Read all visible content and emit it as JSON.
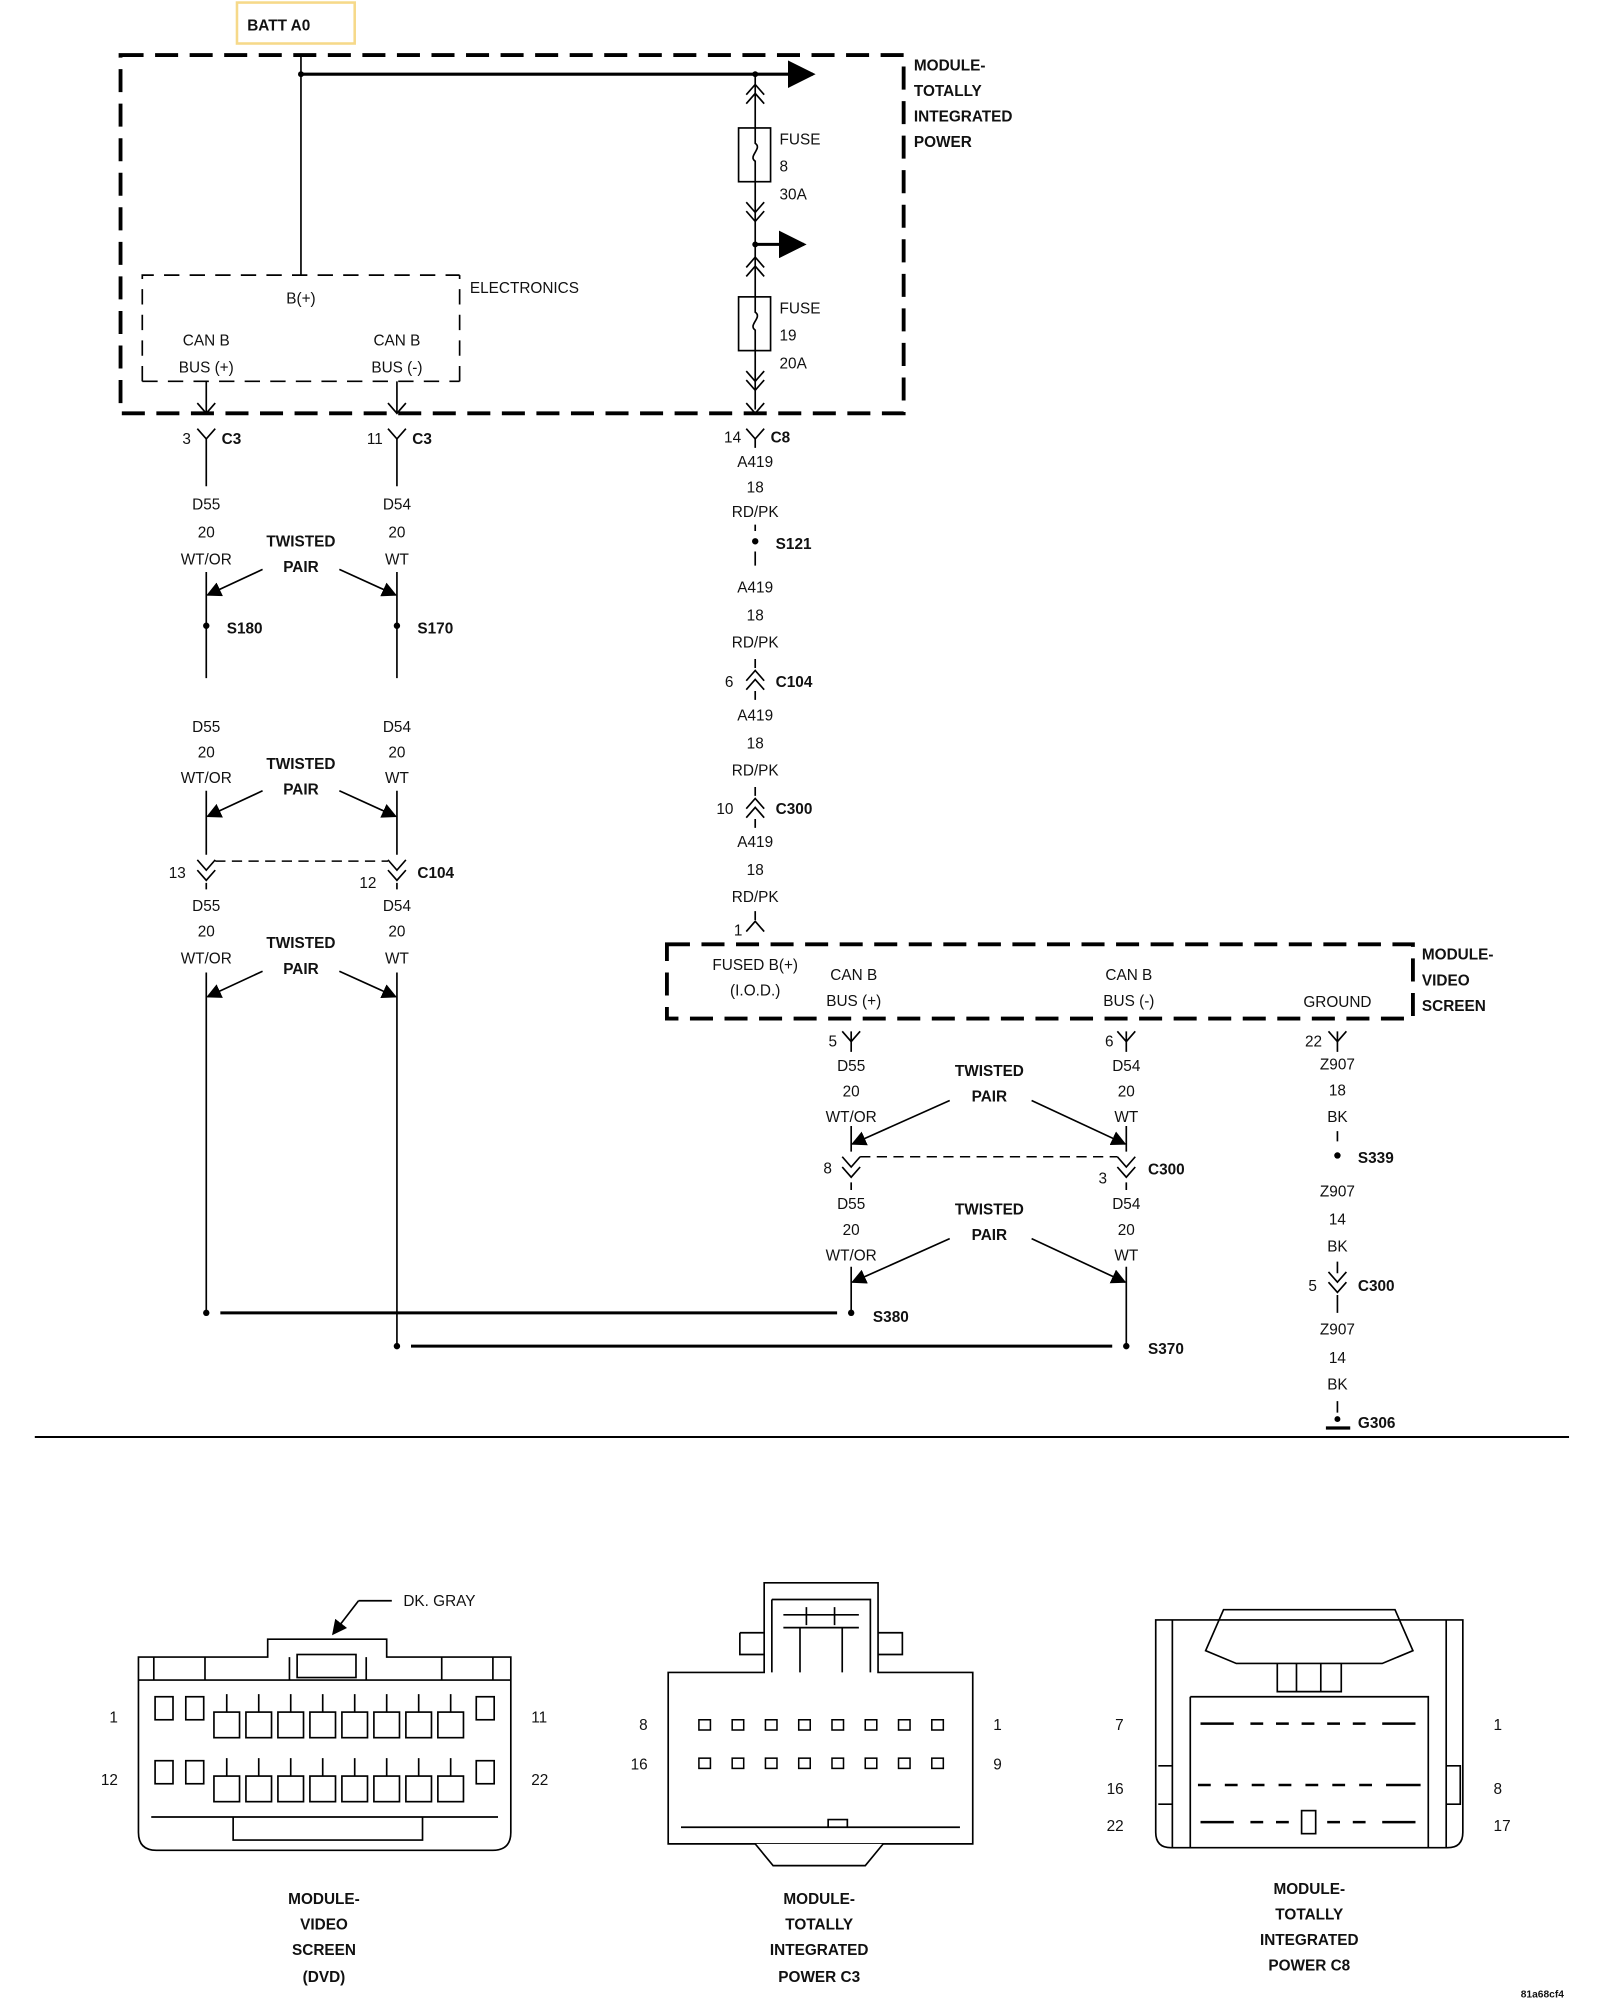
{
  "batt": "BATT A0",
  "tip": {
    "l1": "MODULE-",
    "l2": "TOTALLY",
    "l3": "INTEGRATED",
    "l4": "POWER"
  },
  "fuse8": {
    "name": "FUSE",
    "num": "8",
    "amp": "30A"
  },
  "fuse19": {
    "name": "FUSE",
    "num": "19",
    "amp": "20A"
  },
  "electronics": {
    "label": "ELECTRONICS",
    "bplus": "B(+)",
    "canp1": "CAN B",
    "canp2": "BUS (+)",
    "canm1": "CAN B",
    "canm2": "BUS (-)"
  },
  "conn": {
    "c3a_pin": "3",
    "c3a": "C3",
    "c3b_pin": "11",
    "c3b": "C3",
    "c8_pin": "14",
    "c8": "C8",
    "c104_pin_r": "6",
    "c104_r": "C104",
    "c300_pin_r": "10",
    "c300_r": "C300",
    "vs_pin1": "1",
    "c104_pin_l1": "13",
    "c104_pin_l2": "12",
    "c104_l": "C104",
    "vs_pin5": "5",
    "vs_pin6": "6",
    "vs_pin22": "22",
    "c300_pin8": "8",
    "c300_pin3": "3",
    "c300_m": "C300",
    "c300_g_pin": "5",
    "c300_g": "C300"
  },
  "splices": {
    "s180": "S180",
    "s170": "S170",
    "s121": "S121",
    "s339": "S339",
    "s380": "S380",
    "s370": "S370",
    "g306": "G306"
  },
  "wires": {
    "d55": {
      "id": "D55",
      "gauge": "20",
      "color": "WT/OR"
    },
    "d54": {
      "id": "D54",
      "gauge": "20",
      "color": "WT"
    },
    "a419": {
      "id": "A419",
      "gauge": "18",
      "color": "RD/PK"
    },
    "z907a": {
      "id": "Z907",
      "gauge": "18",
      "color": "BK"
    },
    "z907b": {
      "id": "Z907",
      "gauge": "14",
      "color": "BK"
    },
    "tw1": "TWISTED",
    "tw2": "PAIR"
  },
  "video": {
    "l1": "MODULE-",
    "l2": "VIDEO",
    "l3": "SCREEN",
    "fused1": "FUSED B(+)",
    "fused2": "(I.O.D.)",
    "canp1": "CAN B",
    "canp2": "BUS (+)",
    "canm1": "CAN B",
    "canm2": "BUS (-)",
    "ground": "GROUND"
  },
  "bottom": {
    "dkgray": "DK. GRAY",
    "vs_pins": {
      "p1": "1",
      "p11": "11",
      "p12": "12",
      "p22": "22"
    },
    "vs_caption": {
      "l1": "MODULE-",
      "l2": "VIDEO",
      "l3": "SCREEN",
      "l4": "(DVD)"
    },
    "c3_pins": {
      "p8": "8",
      "p1": "1",
      "p16": "16",
      "p9": "9"
    },
    "c3_caption": {
      "l1": "MODULE-",
      "l2": "TOTALLY",
      "l3": "INTEGRATED",
      "l4": "POWER C3"
    },
    "c8_pins": {
      "p7": "7",
      "p1": "1",
      "p16": "16",
      "p8": "8",
      "p22": "22",
      "p17": "17"
    },
    "c8_caption": {
      "l1": "MODULE-",
      "l2": "TOTALLY",
      "l3": "INTEGRATED",
      "l4": "POWER C8"
    }
  },
  "image_id": "81a68cf4"
}
